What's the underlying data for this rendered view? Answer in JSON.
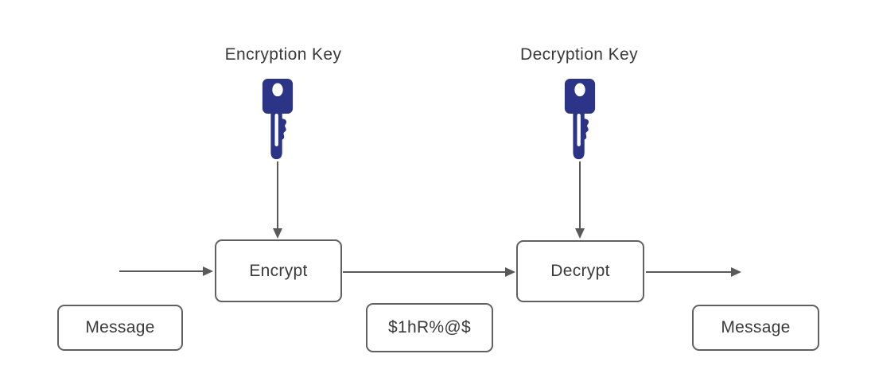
{
  "diagram": {
    "type": "flow-diagram",
    "colors": {
      "key_fill": "#2b3487",
      "line": "#595959",
      "box_border": "#616161",
      "text": "#3a3a3a",
      "background": "#ffffff"
    },
    "labels": {
      "encryption_key": "Encryption Key",
      "decryption_key": "Decryption Key"
    },
    "icons": {
      "encryption_key": "key-icon",
      "decryption_key": "key-icon"
    },
    "nodes": {
      "encrypt": {
        "label": "Encrypt"
      },
      "decrypt": {
        "label": "Decrypt"
      },
      "message_input": {
        "label": "Message"
      },
      "ciphertext": {
        "label": "$1hR%@$"
      },
      "message_output": {
        "label": "Message"
      }
    },
    "flow": {
      "edges": [
        "input -> Encrypt",
        "Encryption Key -> Encrypt",
        "Encrypt -> Decrypt",
        "Decryption Key -> Decrypt",
        "Decrypt -> output"
      ]
    }
  }
}
